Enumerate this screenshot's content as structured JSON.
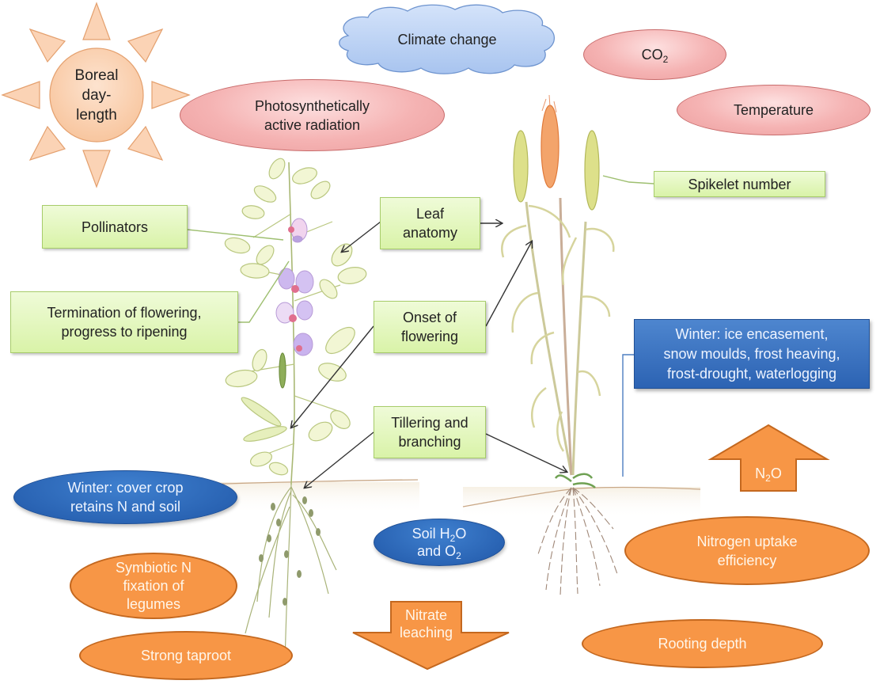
{
  "title": "Boreal crop drivers: legume and cereal",
  "colors": {
    "sun_fill": "#fbd3b5",
    "sun_border": "#e7a878",
    "cloud_fill": "#b7d0f4",
    "cloud_border": "#6e94cf",
    "pink_fill": "#f5b3b3",
    "green_box": "#d9f3a8",
    "blue_shape": "#2c63b3",
    "orange_shape": "#f79646",
    "orange_border": "#c4681f"
  },
  "sun": {
    "label_lines": [
      "Boreal",
      "day-",
      "length"
    ]
  },
  "cloud": {
    "label": "Climate change"
  },
  "climate_factors": {
    "par": {
      "line1": "Photosynthetically",
      "line2": "active radiation"
    },
    "co2": {
      "base": "CO",
      "sub": "2"
    },
    "temperature": {
      "label": "Temperature"
    }
  },
  "green_boxes": {
    "pollinators": "Pollinators",
    "termination": {
      "line1": "Termination of flowering,",
      "line2": "progress to ripening"
    },
    "leaf_anatomy": {
      "line1": "Leaf",
      "line2": "anatomy"
    },
    "onset_flowering": {
      "line1": "Onset of",
      "line2": "flowering"
    },
    "tillering": {
      "line1": "Tillering and",
      "line2": "branching"
    },
    "spikelet": "Spikelet number"
  },
  "blue_shapes": {
    "winter_ice": {
      "line1": "Winter: ice encasement,",
      "line2": "snow moulds, frost heaving,",
      "line3": "frost-drought, waterlogging"
    },
    "winter_cover": {
      "line1": "Winter: cover crop",
      "line2": "retains N and soil"
    },
    "soil_water": {
      "l1_a": "Soil H",
      "l1_sub": "2",
      "l1_b": "O",
      "l2_a": "and O",
      "l2_sub": "2"
    }
  },
  "orange_shapes": {
    "n2o": {
      "base": "N",
      "sub": "2",
      "tail": "O"
    },
    "nitrogen_uptake": {
      "line1": "Nitrogen uptake",
      "line2": "efficiency"
    },
    "symbiotic": {
      "line1": "Symbiotic N",
      "line2": "fixation of",
      "line3": "legumes"
    },
    "nitrate": {
      "line1": "Nitrate",
      "line2": "leaching"
    },
    "taproot": "Strong taproot",
    "rooting_depth": "Rooting depth"
  },
  "illustrations": {
    "legume_plant": "legume-plant",
    "wheat_plant": "wheat-plant"
  }
}
